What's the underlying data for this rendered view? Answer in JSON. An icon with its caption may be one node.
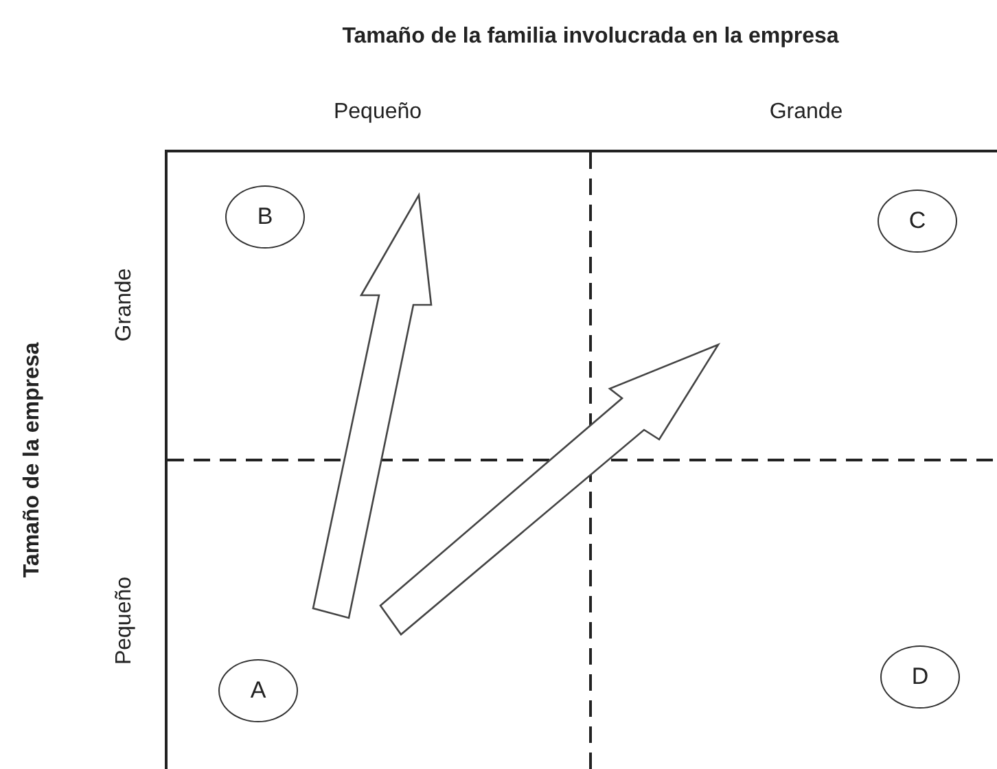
{
  "diagram": {
    "nodes": [
      {
        "text": [
          "B"
        ]
      },
      {
        "text": [
          "C"
        ]
      },
      {
        "text": [
          "A"
        ]
      },
      {
        "text": [
          "D"
        ]
      }
    ],
    "edges": [],
    "labels": [
      "Tamaño de la familia involucrada en la empresa",
      "Pequeño",
      "Grande",
      "Tamaño de la empresa",
      "Grande",
      "Pequeño"
    ]
  }
}
